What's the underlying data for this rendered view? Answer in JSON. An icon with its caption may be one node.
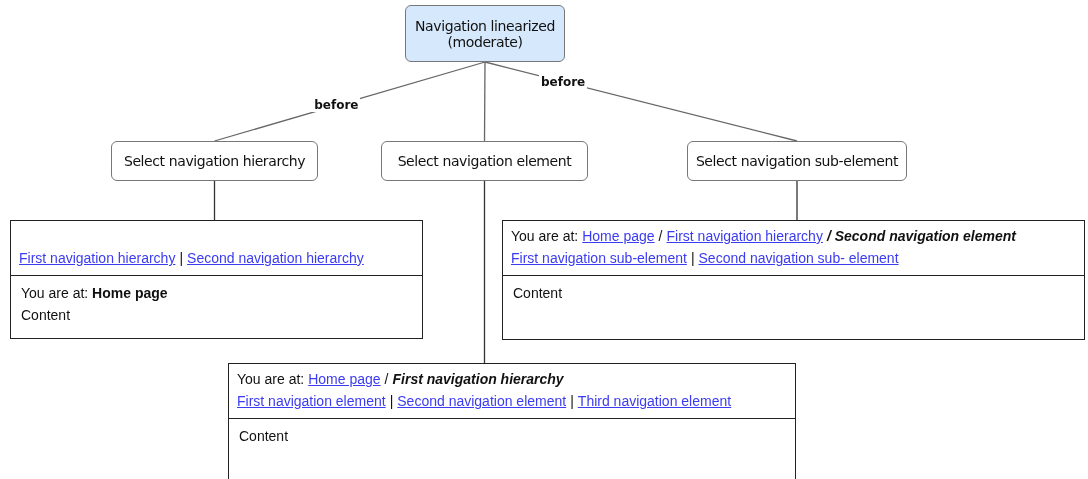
{
  "diagram": {
    "nodes": [
      {
        "text": [
          "Navigation linearized (moderate)"
        ]
      },
      {
        "text": [
          "Select navigation hierarchy"
        ]
      },
      {
        "text": [
          "Select navigation element"
        ]
      },
      {
        "text": [
          "Select navigation sub-element"
        ]
      },
      {
        "text": [
          "First navigation hierarchy",
          "|",
          "Second navigation hierarchy",
          "You are at: **Home page**",
          "Content"
        ]
      },
      {
        "text": [
          "You are at:",
          "Home page",
          "/",
          "First navigation hierarchy",
          "/ Second navigation element",
          "First navigation sub-element",
          "|",
          "Second navigation sub- element",
          "Content"
        ]
      },
      {
        "text": [
          "You are at:",
          "Home page",
          "/",
          "First navigation hierarchy",
          "First navigation element",
          "|",
          "Second navigation element",
          "|",
          "Third navigation element",
          "Content"
        ]
      }
    ],
    "edges": [
      {
        "from": 0,
        "to": 1,
        "arrow": "none",
        "label": "before"
      },
      {
        "from": 0,
        "to": 2,
        "arrow": "none"
      },
      {
        "from": 0,
        "to": 3,
        "arrow": "none",
        "label": "before"
      },
      {
        "from": 1,
        "to": 4,
        "arrow": "none"
      },
      {
        "from": 2,
        "to": 6,
        "arrow": "none"
      },
      {
        "from": 3,
        "to": 5,
        "arrow": "none"
      }
    ]
  }
}
